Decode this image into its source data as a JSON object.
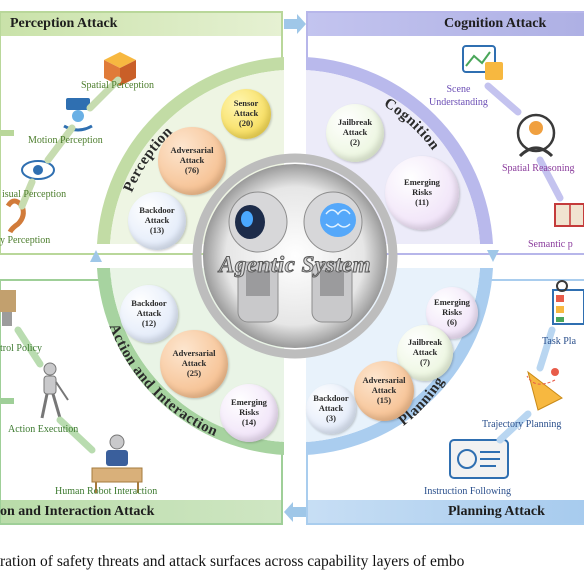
{
  "center": {
    "title": "Agentic System"
  },
  "quadrants": {
    "perception": {
      "title": "Perception Attack",
      "ring_label": "Perception",
      "nodes": [
        "Spatial Perception",
        "Motion Perception",
        "isual Perception",
        "y Perception"
      ],
      "attacks": [
        "Sensor\nAttack\n(20)",
        "Adversarial\nAttack\n(76)",
        "Backdoor\nAttack\n(13)"
      ]
    },
    "cognition": {
      "title": "Cognition Attack",
      "ring_label": "Cognition",
      "nodes": [
        "Scene\nUnderstanding",
        "Spatial Reasoning",
        "Semantic p"
      ],
      "attacks": [
        "Jailbreak\nAttack\n(2)",
        "Emerging\nRisks\n(11)"
      ]
    },
    "action": {
      "title": "on and Interaction Attack",
      "ring_label": "Action and Interaction",
      "nodes": [
        "trol Policy",
        "Action Execution",
        "Human Robot Interaction"
      ],
      "attacks": [
        "Backdoor\nAttack\n(12)",
        "Adversarial\nAttack\n(25)",
        "Emerging\nRisks\n(14)"
      ]
    },
    "planning": {
      "title": "Planning Attack",
      "ring_label": "Planning",
      "nodes": [
        "Task Pla",
        "Trajectory Planning",
        "Instruction Following"
      ],
      "attacks": [
        "Emerging\nRisks\n(6)",
        "Jailbreak\nAttack\n(7)",
        "Adversarial\nAttack\n(15)",
        "Backdoor\nAttack\n(3)"
      ]
    }
  },
  "caption": "ration of safety threats and attack surfaces across capability layers of embo",
  "colors": {
    "perception": "#b9d79a",
    "cognition": "#b7b6ea",
    "action": "#9fcf98",
    "planning": "#a9cdee",
    "arrow": "#9fc7e8"
  }
}
